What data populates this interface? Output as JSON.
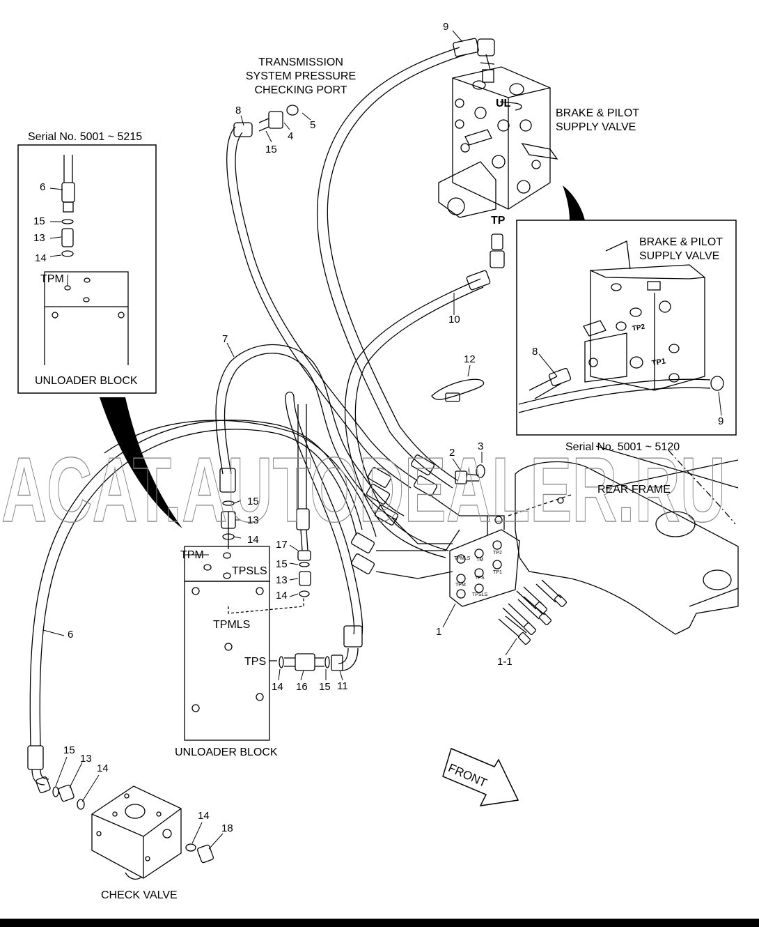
{
  "labels": {
    "transmission_port": [
      "TRANSMISSION",
      "SYSTEM PRESSURE",
      "CHECKING PORT"
    ],
    "brake_valve_main": [
      "BRAKE & PILOT",
      "SUPPLY VALVE"
    ],
    "brake_valve_inset": [
      "BRAKE & PILOT",
      "SUPPLY VALVE"
    ],
    "serial_left": "Serial No. 5001 ~ 5215",
    "serial_right": "Serial No. 5001 ~ 5120",
    "unloader_inset": "UNLOADER BLOCK",
    "unloader_main": "UNLOADER BLOCK",
    "rear_frame": "REAR FRAME",
    "check_valve": "CHECK VALVE",
    "front": "FRONT",
    "ul": "UL",
    "tp": "TP",
    "tp1": "TP1",
    "tp2": "TP2"
  },
  "ports": {
    "inset_tpm": "TPM",
    "tpm": "TPM",
    "tpsls": "TPSLS",
    "tpmls": "TPMLS",
    "tps": "TPS"
  },
  "plate_ports": [
    "TPMLS",
    "TM",
    "TP2",
    "TPM",
    "TPS",
    "TP1",
    "TPSLS"
  ],
  "part_numbers": {
    "p9_top": "9",
    "p8_top": "8",
    "p5": "5",
    "p4": "4",
    "p15_top": "15",
    "p6_inset": "6",
    "p15_inset": "15",
    "p13_inset": "13",
    "p14_inset": "14",
    "p10": "10",
    "p7": "7",
    "p12": "12",
    "p8_inset": "8",
    "p9_inset": "9",
    "p2": "2",
    "p3": "3",
    "p15_mid": "15",
    "p13_mid": "13",
    "p14_mid": "14",
    "p17": "17",
    "p15_b": "15",
    "p13_b": "13",
    "p14_b": "14",
    "p1": "1",
    "p1_1": "1-1",
    "p6_main": "6",
    "p14_tps": "14",
    "p16": "16",
    "p15_tps": "15",
    "p11": "11",
    "p15_cv": "15",
    "p13_cv": "13",
    "p14_cv": "14",
    "p14_cv2": "14",
    "p18": "18"
  },
  "watermark": "ACAT.AUTODEALER.RU"
}
